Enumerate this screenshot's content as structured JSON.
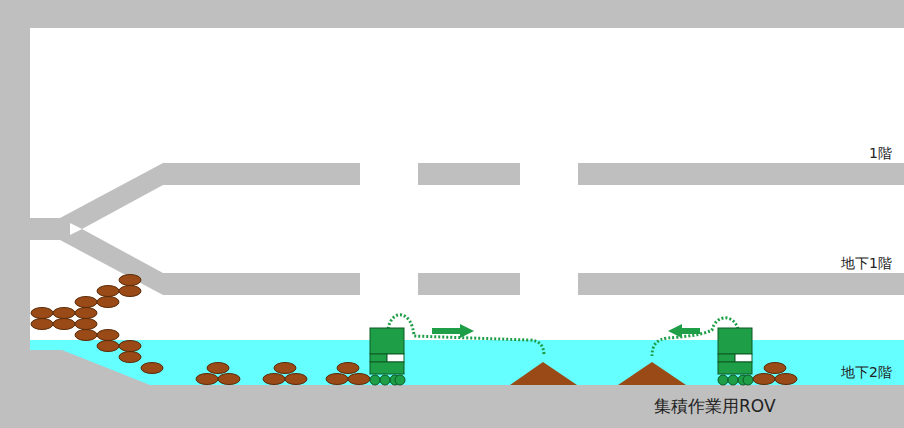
{
  "diagram": {
    "labels": [
      "1階",
      "地下1階",
      "地下2階",
      "集積作業用ROV"
    ]
  }
}
